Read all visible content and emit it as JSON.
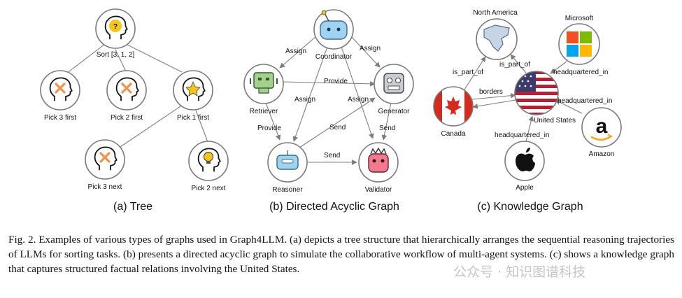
{
  "tree": {
    "subtitle": "(a) Tree",
    "root_label": "Sort [3, 1, 2]",
    "root_mark": "?",
    "nodes": [
      "Pick 3 first",
      "Pick 2 first",
      "Pick 1 first",
      "Pick 3 next",
      "Pick 2 next"
    ]
  },
  "dag": {
    "subtitle": "(b) Directed Acyclic Graph",
    "nodes": [
      "Coordinator",
      "Retriever",
      "Generator",
      "Reasoner",
      "Validator"
    ],
    "edges": [
      "Assign",
      "Assign",
      "Assign",
      "Assign",
      "Provide",
      "Provide",
      "Send",
      "Send",
      "Send"
    ]
  },
  "kg": {
    "subtitle": "(c) Knowledge Graph",
    "nodes": [
      "North America",
      "Microsoft",
      "United States",
      "Canada",
      "Amazon",
      "Apple"
    ],
    "edges": [
      "is_part_of",
      "is_part_of",
      "headquartered_in",
      "borders",
      "headquartered_in",
      "headquartered_in"
    ],
    "amazon_mark": "a"
  },
  "caption": {
    "text": "Fig. 2.  Examples of various types of graphs used in Graph4LLM. (a) depicts a tree structure that hierarchically arranges the sequential reasoning trajectories of LLMs for sorting tasks. (b) presents a directed acyclic graph to simulate the collaborative workflow of multi-agent systems. (c) shows a knowledge graph that captures structured factual relations involving the United States."
  },
  "watermark": "公众号 · 知识图谱科技",
  "colors": {
    "node_border": "#7a7a7a",
    "cross": "#f0924a",
    "bulb": "#f5c518",
    "robot_blue": "#9fd3f2",
    "robot_green": "#a8d08d",
    "robot_grey": "#c9ccd1",
    "robot_pink": "#f17b8e",
    "microsoft": [
      "#f25022",
      "#7fba00",
      "#00a4ef",
      "#ffb900"
    ],
    "canada_red": "#d52b1e",
    "us_red": "#b22234",
    "us_blue": "#3c3b6e"
  }
}
